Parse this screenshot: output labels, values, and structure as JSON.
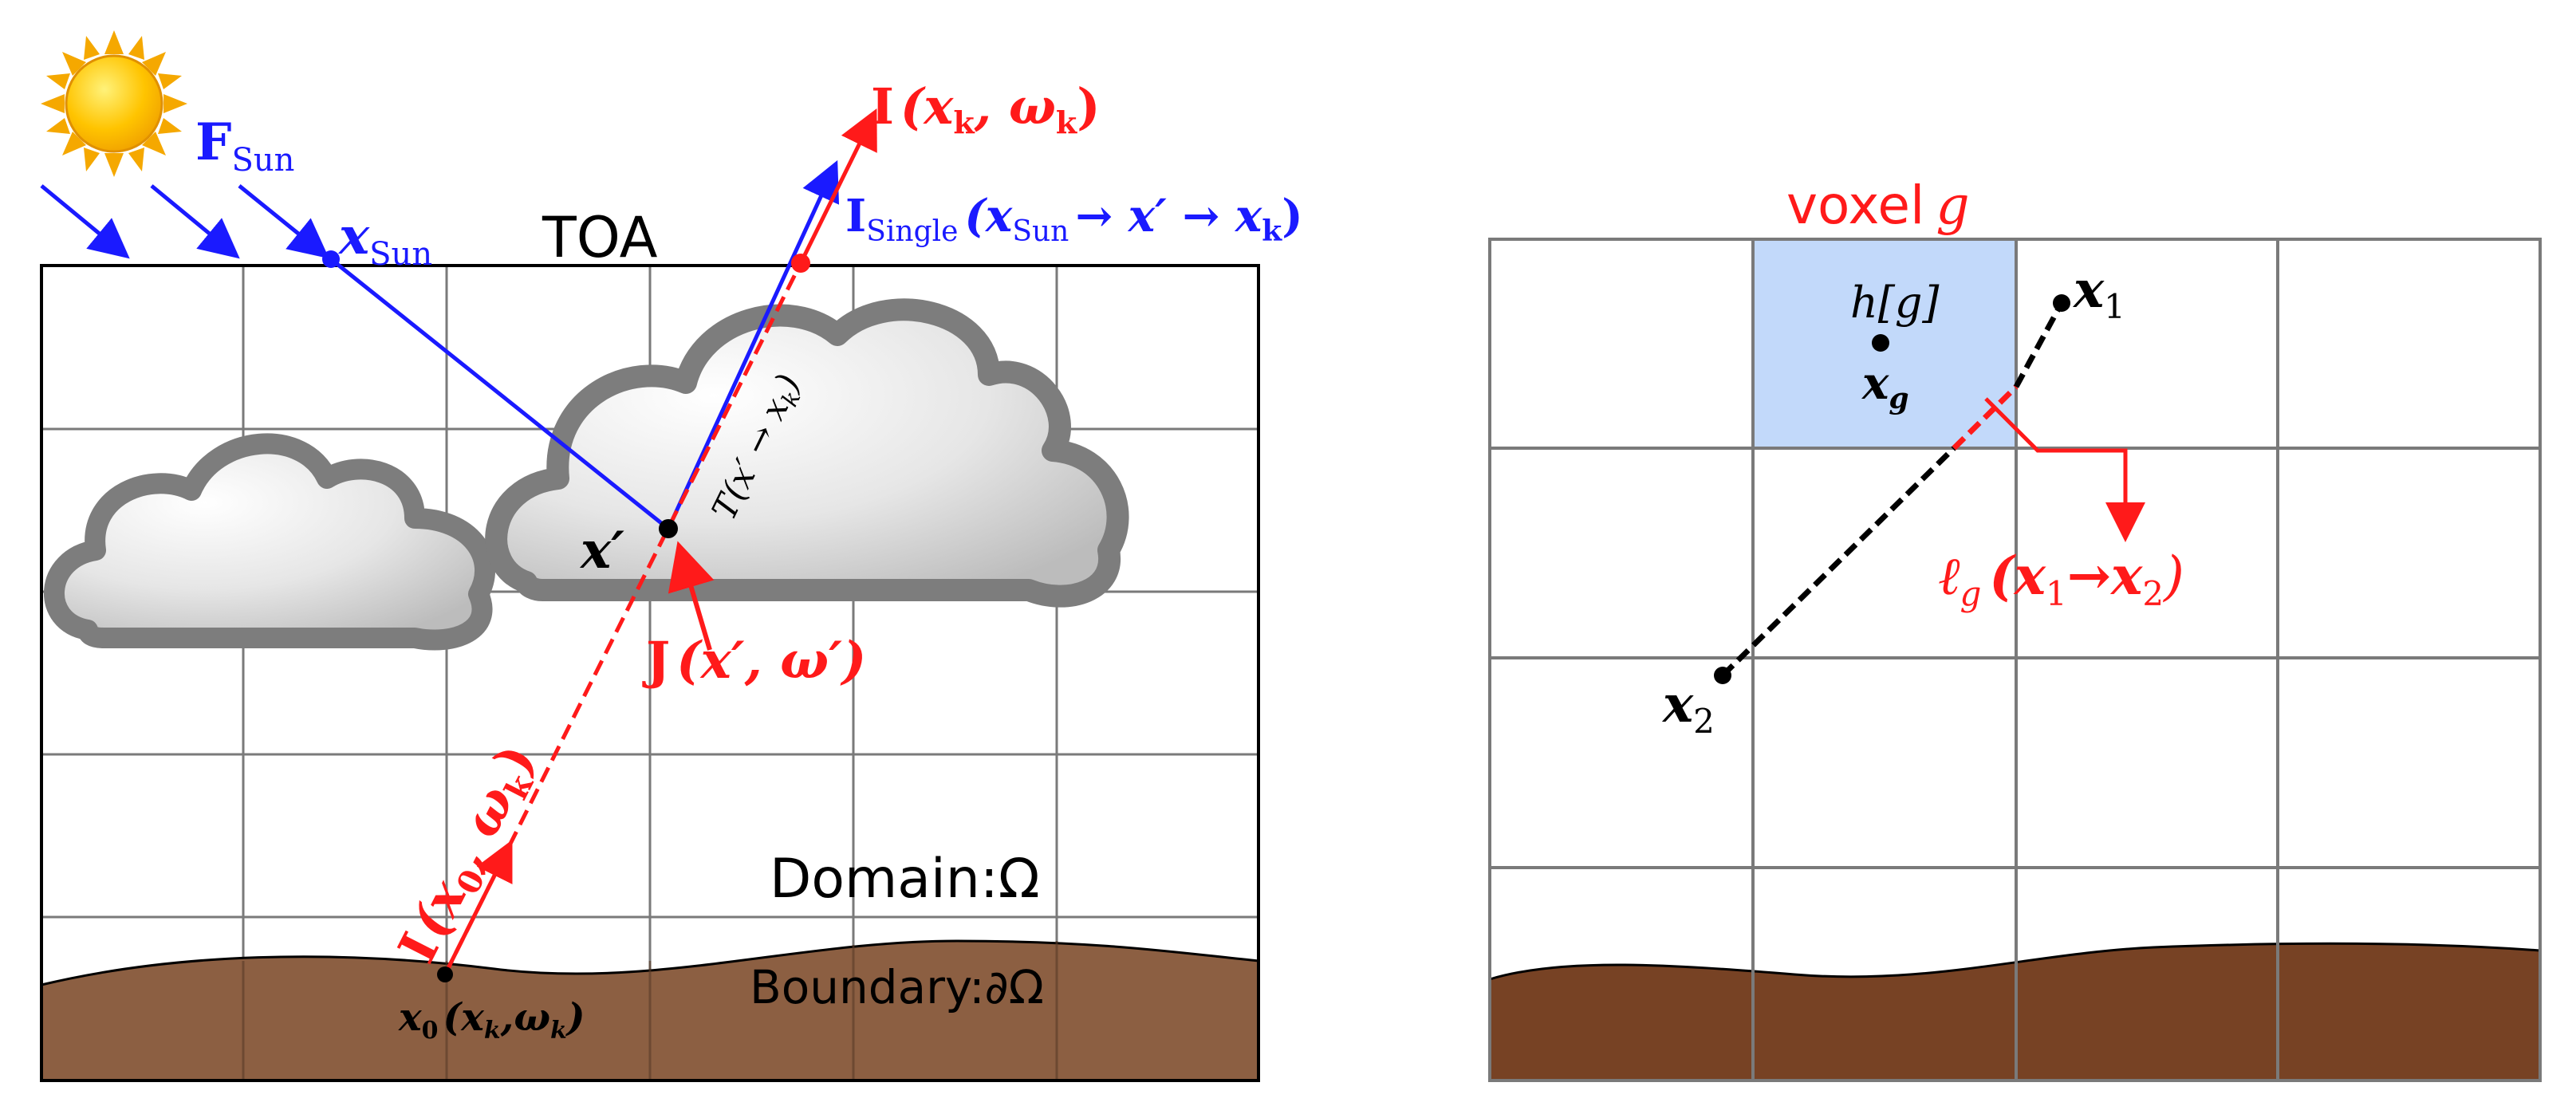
{
  "colors": {
    "red": "#ff1a1a",
    "blue": "#1a1aff",
    "ground_left": "#8c5f42",
    "ground_right": "#774224",
    "grid": "#7a7a7a",
    "voxel_fill": "#c2d9fa",
    "cloud_fill": "#d8d8d8",
    "cloud_rim": "#7d7d7d"
  },
  "icons": {
    "sun": "sun-icon",
    "cloud": "cloud-icon"
  },
  "left_panel": {
    "f_sun": {
      "main": "F",
      "sub": "Sun"
    },
    "x_sun": {
      "main": "x",
      "sub": "Sun"
    },
    "toa": "TOA",
    "i_xk": {
      "main": "I",
      "args": "(x",
      "k1": "k",
      "comma": ", ω",
      "k2": "k",
      "close": ")"
    },
    "i_single": {
      "main": "I",
      "sub": "Single",
      "rest1": "(x",
      "sun": "Sun",
      "rest2": "→ x′ → x",
      "k": "k",
      "close": ")"
    },
    "transmittance": {
      "text": "T(x′ → x",
      "k": "k",
      "close": ")"
    },
    "x_prime": "x′",
    "j": {
      "main": "J",
      "args": "(x′, ω′)"
    },
    "i_x0": {
      "main": "I",
      "args": "(x",
      "zero": "0",
      "comma": ", ω",
      "k": "k",
      "close": ")"
    },
    "x0": {
      "main": "x",
      "zero": "0",
      "args": "(x",
      "k1": "k",
      "comma": ",ω",
      "k2": "k",
      "close": ")"
    },
    "domain": "Domain:Ω",
    "boundary": "Boundary:∂Ω"
  },
  "right_panel": {
    "voxel": {
      "word": "voxel",
      "var": "g"
    },
    "h_g": "h[g]",
    "x_g": {
      "main": "x",
      "sub": "g"
    },
    "x1": {
      "main": "x",
      "sub": "1"
    },
    "x2": {
      "main": "x",
      "sub": "2"
    },
    "ell": {
      "main": "ℓ",
      "sub": "g",
      "open": "(x",
      "one": "1",
      "arrow": "→x",
      "two": "2",
      "close": ")"
    }
  }
}
